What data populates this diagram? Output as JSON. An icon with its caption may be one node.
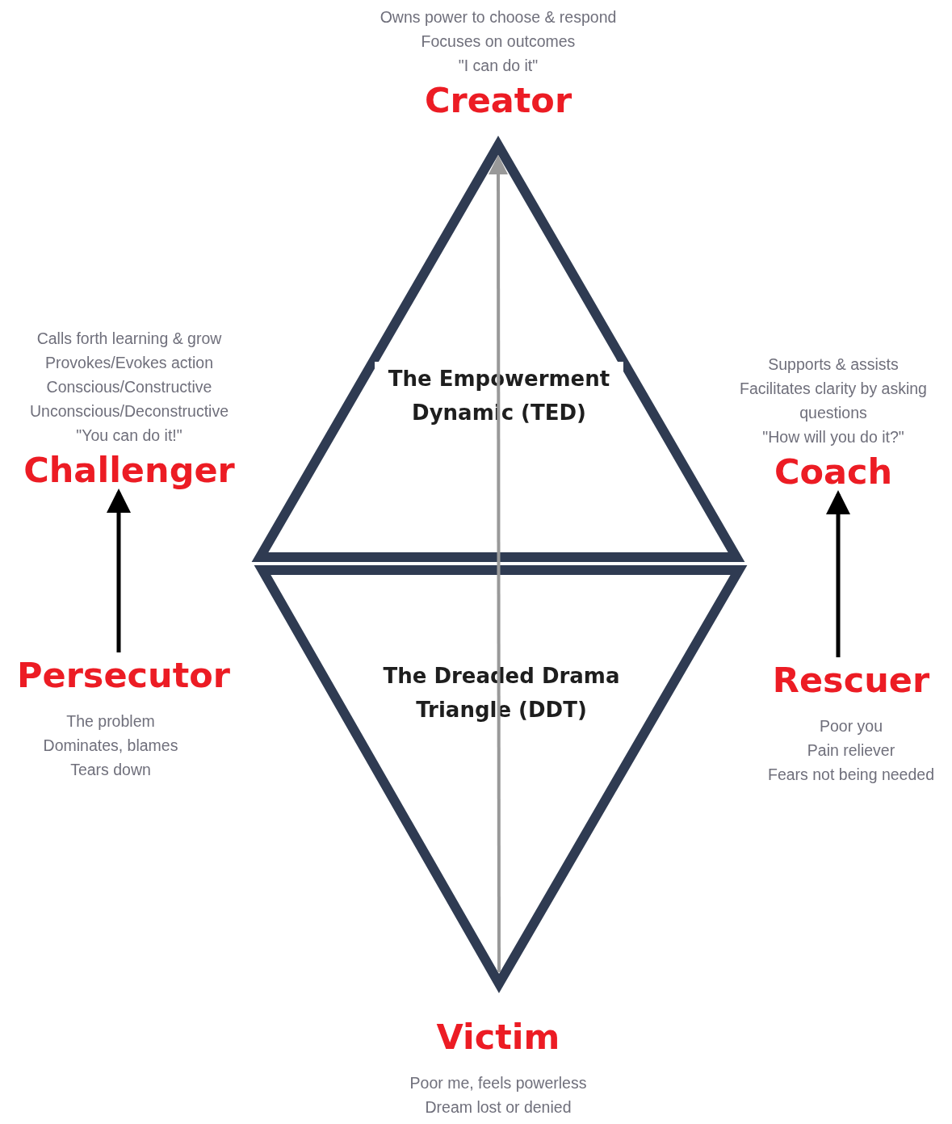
{
  "diagram": {
    "nodes": [
      {
        "text": [
          "Creator"
        ],
        "beside": [
          "Owns power to choose & respond",
          "Focuses on outcomes",
          "\"I can do it\""
        ]
      },
      {
        "text": [
          "Challenger"
        ],
        "beside": [
          "Calls forth learning & grow",
          "Provokes/Evokes action",
          "Conscious/Constructive",
          "Unconscious/Deconstructive",
          "\"You can do it!\""
        ]
      },
      {
        "text": [
          "The Empowerment Dynamic (TED)"
        ]
      },
      {
        "text": [
          "Coach"
        ],
        "beside": [
          "Supports & assists",
          "Facilitates clarity by asking questions",
          "\"How will you do it?\""
        ]
      },
      {
        "text": [
          "Persecutor"
        ],
        "beside": [
          "The problem",
          "Dominates, blames",
          "Tears down"
        ]
      },
      {
        "text": [
          "The Dreaded Drama Triangle (DDT)"
        ]
      },
      {
        "text": [
          "Rescuer"
        ],
        "beside": [
          "Poor you",
          "Pain reliever",
          "Fears not being needed"
        ]
      },
      {
        "text": [
          "Victim"
        ],
        "beside": [
          "Poor me, feels powerless",
          "Dream lost or denied"
        ]
      }
    ],
    "edges": [
      {
        "from": 4,
        "to": 1,
        "arrow": "to"
      },
      {
        "from": 6,
        "to": 3,
        "arrow": "to"
      },
      {
        "from": 5,
        "to": 2,
        "arrow": "to",
        "color": "#999999"
      }
    ]
  }
}
